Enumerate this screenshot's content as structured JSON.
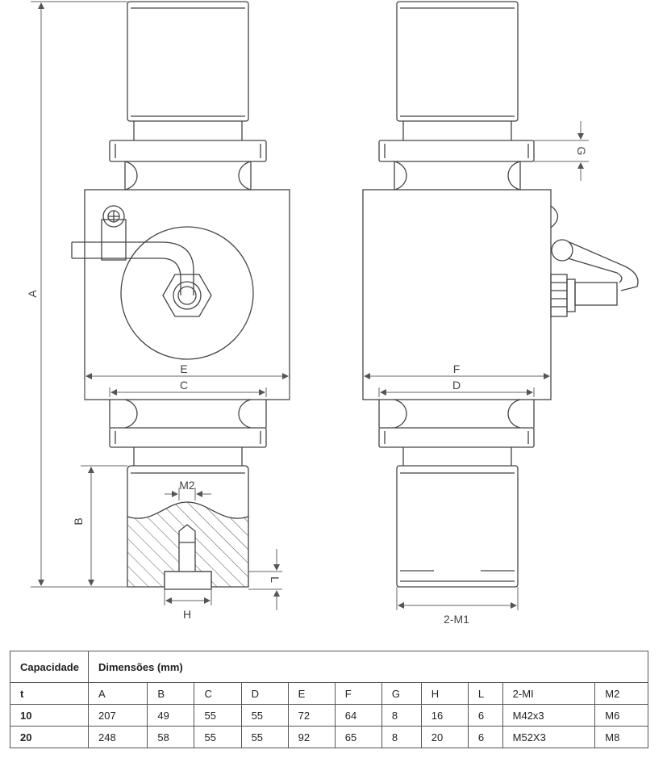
{
  "labels": {
    "A": "A",
    "B": "B",
    "C": "C",
    "D": "D",
    "E": "E",
    "F": "F",
    "G": "G",
    "H": "H",
    "L": "L",
    "M2": "M2",
    "M1": "2-M1"
  },
  "table": {
    "col_capacity": "Capacidade",
    "col_dimensions": "Dimensões (mm)",
    "unit": "t",
    "columns": [
      "A",
      "B",
      "C",
      "D",
      "E",
      "F",
      "G",
      "H",
      "L",
      "2-MI",
      "M2"
    ],
    "rows": [
      {
        "capacity": "10",
        "values": [
          "207",
          "49",
          "55",
          "55",
          "72",
          "64",
          "8",
          "16",
          "6",
          "M42x3",
          "M6"
        ]
      },
      {
        "capacity": "20",
        "values": [
          "248",
          "58",
          "55",
          "55",
          "92",
          "65",
          "8",
          "20",
          "6",
          "M52X3",
          "M8"
        ]
      }
    ]
  }
}
